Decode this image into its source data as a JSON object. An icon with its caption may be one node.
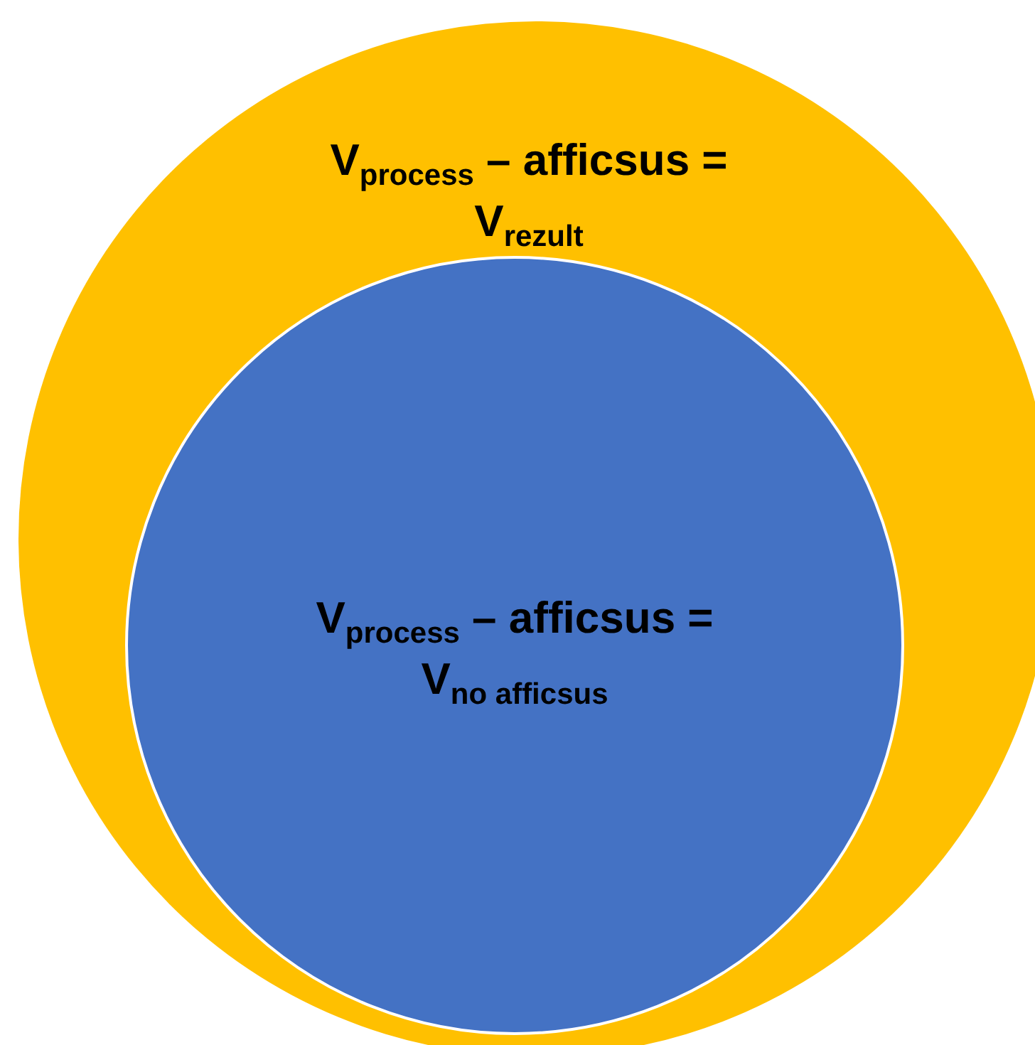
{
  "diagram": {
    "nodes": [
      {
        "text": [
          "V$_{process}$ – afficsus = V$_{rezult}$"
        ]
      },
      {
        "text": [
          "V$_{process}$ – afficsus = V$_{no afficsus}$"
        ],
        "in": 0
      }
    ]
  }
}
